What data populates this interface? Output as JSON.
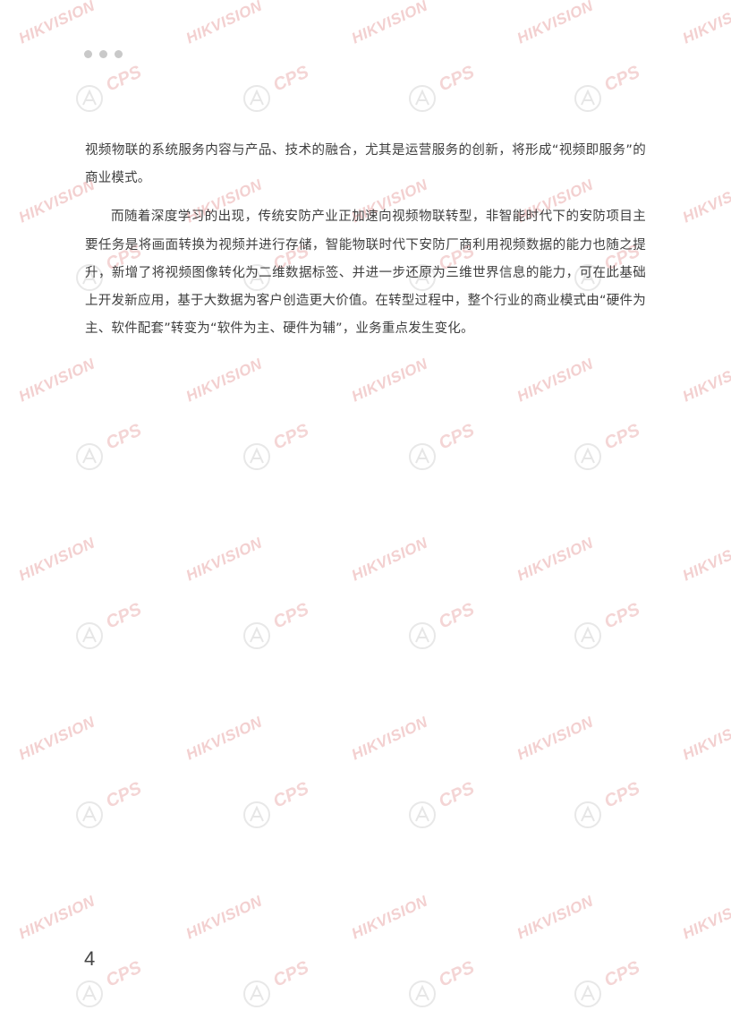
{
  "page": {
    "paragraphs": [
      "视频物联的系统服务内容与产品、技术的融合，尤其是运营服务的创新，将形成“视频即服务”的商业模式。",
      "而随着深度学习的出现，传统安防产业正加速向视频物联转型，非智能时代下的安防项目主要任务是将画面转换为视频并进行存储，智能物联时代下安防厂商利用视频数据的能力也随之提升，新增了将视频图像转化为二维数据标签、并进一步还原为三维世界信息的能力，可在此基础上开发新应用，基于大数据为客户创造更大价值。在转型过程中，整个行业的商业模式由“硬件为主、软件配套”转变为“软件为主、硬件为辅”，业务重点发生变化。"
    ],
    "page_number": "4"
  },
  "watermark": {
    "brand_text": "HIKVISION",
    "cps_text": "CPS"
  },
  "colors": {
    "text": "#3e3e3e",
    "watermark": "#f3d0d0",
    "dots": "#c9c9c9"
  }
}
